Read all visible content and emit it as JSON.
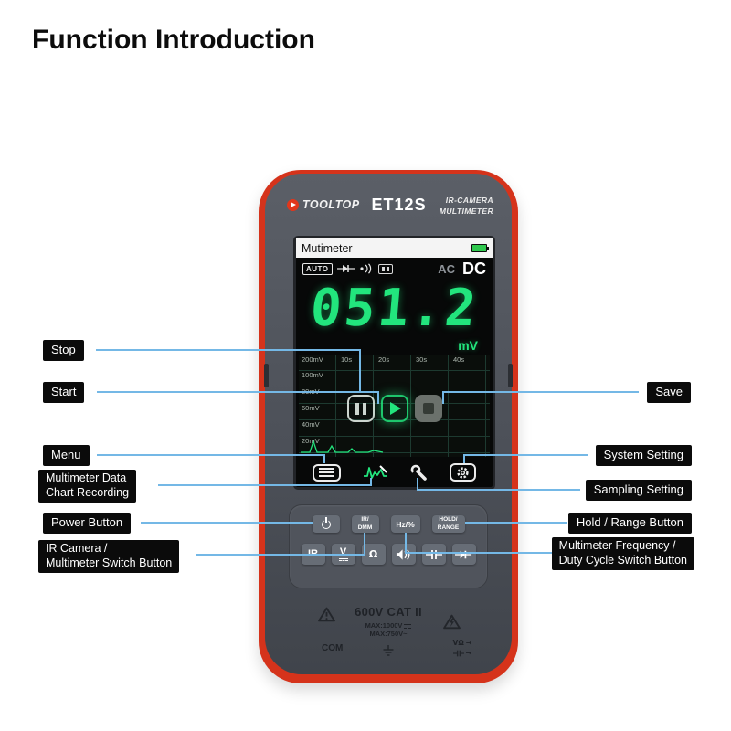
{
  "page": {
    "title": "Function Introduction"
  },
  "device": {
    "brand": "TOOLTOP",
    "model": "ET12S",
    "type_line1": "IR-CAMERA",
    "type_line2": "MULTIMETER",
    "screen": {
      "app_title": "Mutimeter",
      "status": {
        "auto_badge": "AUTO",
        "ac_label": "AC",
        "dc_label": "DC"
      },
      "reading_value": "051.2",
      "reading_unit": "mV",
      "chart": {
        "y_axis_labels": [
          "200mV",
          "100mV",
          "80mV",
          "60mV",
          "40mV",
          "20mV"
        ],
        "x_axis_labels": [
          "10s",
          "20s",
          "30s",
          "40s"
        ]
      }
    },
    "keys": {
      "ir_dmm": "IR/\nDMM",
      "hz_duty": "Hz/%",
      "hold_range": "HOLD/\nRANGE",
      "ir": "IR",
      "volt": "V",
      "ohm": "Ω"
    },
    "ratings": {
      "cat": "600V CAT II",
      "max_dc": "MAX:1000V",
      "max_ac": "MAX:750V~",
      "com": "COM",
      "volt_ohm": "VΩ"
    }
  },
  "icons": {
    "brand_logo": "play-circle",
    "battery": "battery-full-green",
    "diode_indicator": "-▶|-",
    "buzzer_indicator": "•)))",
    "pause": "❚❚",
    "play": "▶",
    "stop_save": "■",
    "menu": "≡",
    "waveform": "∿",
    "wrench": "wrench",
    "gear": "⚙",
    "power": "⏻",
    "speaker": "◀)))",
    "capacitor": "-||-",
    "diode": "-▶|-",
    "warning": "⚠",
    "high_voltage": "⚡",
    "ground": "⏚",
    "arrow_right": "→"
  },
  "callouts": [
    {
      "label": "Stop"
    },
    {
      "label": "Start"
    },
    {
      "label": "Save"
    },
    {
      "label": "Menu"
    },
    {
      "label": "System Setting"
    },
    {
      "label": "Multimeter Data\nChart Recording"
    },
    {
      "label": "Sampling Setting"
    },
    {
      "label": "Power Button"
    },
    {
      "label": "Hold / Range Button"
    },
    {
      "label": "IR Camera /\nMultimeter Switch Button"
    },
    {
      "label": "Multimeter Frequency /\nDuty Cycle Switch Button"
    }
  ]
}
